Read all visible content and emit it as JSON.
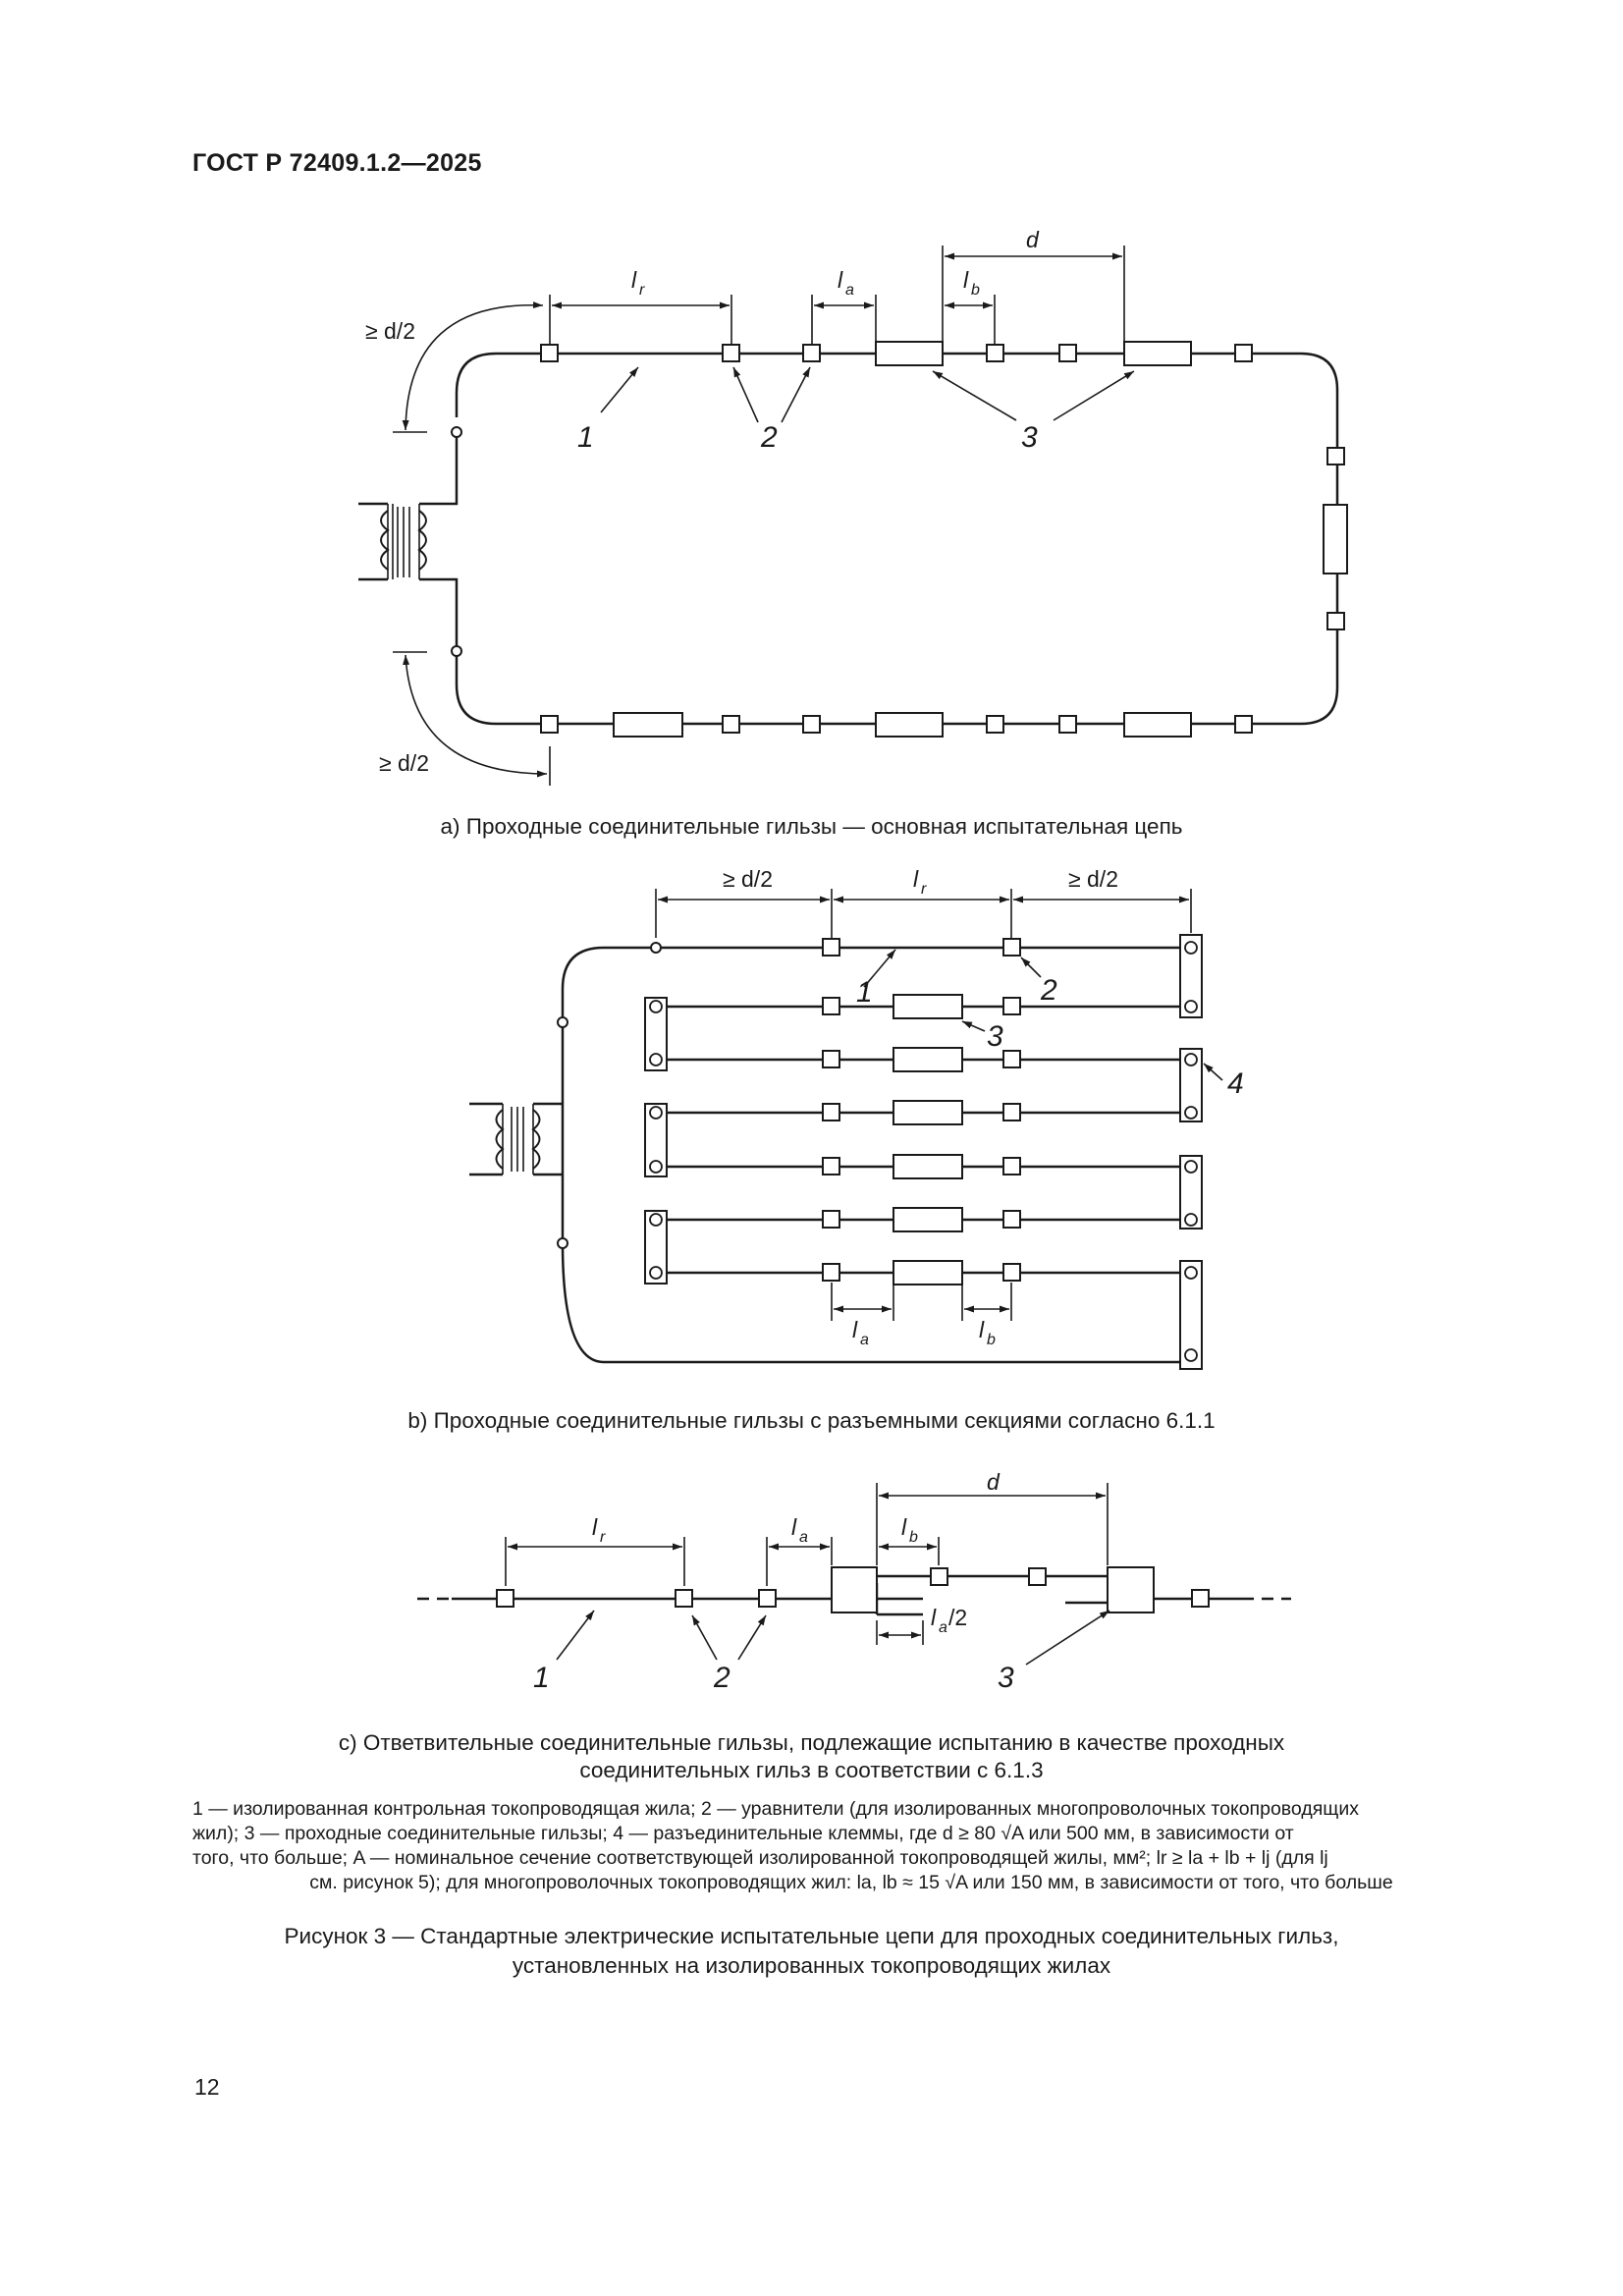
{
  "header": {
    "standard": "ГОСТ Р 72409.1.2—2025"
  },
  "figure_a": {
    "caption": "а) Проходные соединительные гильзы — основная испытательная цепь",
    "labels": {
      "d_half_top": "≥ d/2",
      "d_half_bottom": "≥ d/2",
      "lr": "l",
      "lr_sub": "r",
      "la": "l",
      "la_sub": "a",
      "lb": "l",
      "lb_sub": "b",
      "d": "d",
      "n1": "1",
      "n2": "2",
      "n3": "3"
    }
  },
  "figure_b": {
    "caption": "b) Проходные соединительные гильзы с разъемными секциями согласно 6.1.1",
    "labels": {
      "d_half_left": "≥ d/2",
      "d_half_right": "≥ d/2",
      "lr": "l",
      "lr_sub": "r",
      "la": "l",
      "la_sub": "a",
      "lb": "l",
      "lb_sub": "b",
      "n1": "1",
      "n2": "2",
      "n3": "3",
      "n4": "4"
    }
  },
  "figure_c": {
    "caption_line1": "с) Ответвительные соединительные гильзы, подлежащие испытанию в качестве проходных",
    "caption_line2": "соединительных гильз в соответствии с 6.1.3",
    "labels": {
      "lr": "l",
      "lr_sub": "r",
      "la": "l",
      "la_sub": "a",
      "lb": "l",
      "lb_sub": "b",
      "d": "d",
      "la_half": "l",
      "la_half_sub": "a",
      "la_half_tail": "/2",
      "n1": "1",
      "n2": "2",
      "n3": "3"
    }
  },
  "legend": {
    "line1": "1 — изолированная контрольная токопроводящая жила; 2 — уравнители (для изолированных многопроволочных токопроводящих",
    "line2": "жил); 3 — проходные соединительные гильзы; 4 — разъединительные клеммы, где d ≥ 80 √A или 500 мм, в зависимости от",
    "line3": "того, что больше; A — номинальное сечение соответствующей изолированной токопроводящей жилы, мм²; lr ≥ la + lb + lj (для lj",
    "line4": "см. рисунок 5); для многопроволочных токопроводящих жил: la, lb ≈ 15 √A или 150 мм, в зависимости от того, что больше"
  },
  "figure_title": {
    "line1": "Рисунок 3 — Стандартные электрические испытательные цепи для проходных соединительных гильз,",
    "line2": "установленных на изолированных токопроводящих жилах"
  },
  "page_number": "12"
}
